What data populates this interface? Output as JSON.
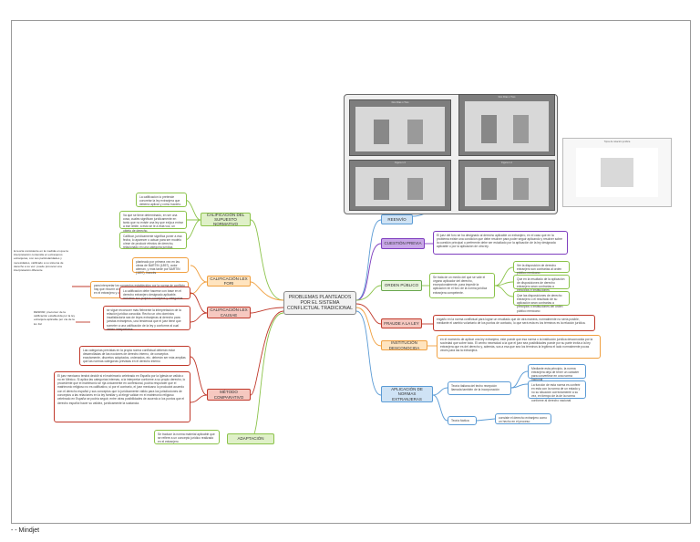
{
  "central": "PROBLEMAS PLANTEADOS POR EL SISTEMA CONFLICTUAL TRADICIONAL",
  "left": {
    "b1": {
      "label": "CALIFICACIÓN DEL SUPUESTO NORMATIVO",
      "n1": "La calificación lo pretende concretar la ley extranjera que debería aplicar y cómo hacerlo.",
      "n2": "Va que se tiene determinado, en ser una cosa, cuales significan jurídicamente en tanto que no existe una ley que exija a entrar a ese límite, a esto se le a esta voz, un objeto de derecho.",
      "n3": "Calificar, jurídicamente significa poner a esa fecha, lo aparecer o actuar para ser modelo o/ese de producir efectos de derecho, relacionado en una categoría jurídica."
    },
    "b2": {
      "label": "CALIFICACIÓN LEX FORI",
      "n1": "planteado por primera vez en las obras de BARTIN (1897), autor alemán, y más tarde por BARTIN (1897), francés",
      "n2": "para interpretar los conceptos establecidos por la norma de conflicto hay que recurrir al derecho interior, que sucede en hogar calificado en el extranjero y conforme al derecho extranjero.",
      "side": "la teoría consistente en la medida en que la interpretación contenida en extranjeros extranjeras, con sus particularidades y necesidades, calificado a su sistema de derecho a su vez. puede provocar una interpretación diferente"
    },
    "b3": {
      "label": "CALIFICACIÓN LEX CAUSAE",
      "n1": "La calificación debe hacerse con base en el derecho extranjero designado aplicable, incluidos sus propios conceptos y categorías.",
      "n2": "se sigue reconocer más fielmente la interpretación de la relación jurídica conocida. Recho un otro domínios insatisfactoria sea de leyes extranjeras al derecho para juristas extranjeros, una tendencia que el juez tiene que someter a una calificación de la ley y conforme al cual deben interpretarse.",
      "side": "DESPAR, precursor de la calificación establecida por la ley extranjera aplicable por vía de la lex fori"
    },
    "b4": {
      "label": "MÉTODO COMPARATIVO",
      "n1": "Las categorías previstas en la propia norma conflictual deberán estar desarrolladas de las nociones de derecho interno, de conceptos exactamente, discretos adoptados, ordenados, etc. deberán ser más amplias que las normas categorías previstas en el derecho interno",
      "n2": "El juez mexicano tendrá decidir si el matrimonio celebrado en España por la Iglesia se valida o no en México. Si aplica las categorías internas, a la interpretar conforme a su propio derecho, lo procedente que el matrimonio se rija únicamente en confesional, podría responder que el matrimonio religioso no es calificativo, si por el contrario, el juez mexicano lo producirá acuerdo con el derecho español y sus conceptos que lo jurídicamente válido para los jurisdicciones de conceptos a las relaciones en la ley familiar y al elegir validar en el matrimonio religioso celebrado en España se podría seguir, entre otras posibilidades de acuerdo a los puntos que el derecho español hacer su validez, jurídicamente la sustancia."
    },
    "b5": {
      "label": "ADAPTACIÓN",
      "n1": "Se traduce la norma material aplicable que se refiere a un concepto jurídico realizado en el extranjero"
    }
  },
  "right": {
    "b1": {
      "label": "REENVÍO"
    },
    "b2": {
      "label": "CUESTIÓN PREVIA",
      "n1": "El juez del foro se ha designado al derecho aplicable un extranjero, en el caso que en la problema existe una condición que debe resolver para poder seguir aplicando y resolver sobre la cuestión principal o preferente debe ser estudiado por la aplicación de la ley designada aplicable o por la aplicación de otra ley."
    },
    "b3": {
      "label": "ORDEN PÚBLICO",
      "n1": "Se trata de un medio del que se vale el órgano aplicador del derecho, excepcionalmente, para impedir la aplicación en el foro de la norma jurídica extranjera competente.",
      "n2": "Ver la disposición de derecho extranjero son contrarias al orden público mexicano",
      "n3": "Que en la resultado de la aplicación de disposiciones de derecho extranjero sean contrarias a principios e instituciones fundamentales del orden público mexicano",
      "n4": "Que las disposiciones de derecho extranjero o el resultado de su aplicación sean contrarias a principios o instituciones del orden público mexicano"
    },
    "b4": {
      "label": "FRAUDE A LA LEY",
      "n1": "engaño en la norma conflictual para lograr un resultado que de otra manera, normalmente no sería posible, mediante el cambio voluntario de los puntos de contacto, lo que será esta es los términos es la relación jurídica."
    },
    "b5": {
      "label": "INSTITUCIÓN DESCONOCIDA",
      "n1": "en el momento de aplicar una ley extranjera, este puede que esa norma o la institución jurídica desconocida por la sociedad que sobre todo. El centro necesidad a la que el juez sea posibilidades puede por su parte invita a la ley extranjera que es del derecho y, además, sus a esa que sea los términos la legítima el lado normalmente pocas veces para las la extranjera."
    },
    "b6": {
      "label": "APLICACIÓN DE NORMAS EXTRANJERAS",
      "sub1": "Teoría italiana del techo recepción llamada también de la incorporación",
      "sub2": "Teoría fáctica",
      "n1": "Mediante esta principio, la norma extranjera deja de tener un carácter para convertirse en una norma nacional",
      "n2": "La función de esta norma es conferir en esta con la norma de un estado y no su situación correctamente a su vez, en tiempo de la de la norma conforme al derecho nacional",
      "n3": "consiste el derecho extranjero como un hecho en el proceso"
    }
  },
  "slides": {
    "s1": "Dos Filas o Tres",
    "s2": "Dos Filas o Tres",
    "s3": "Figura 1.3",
    "s4": "Figura 1.4",
    "s5": "Tipos de relación jurídica"
  },
  "footer": "- - Mindjet",
  "colors": {
    "green": "#8bc34a",
    "green_fill": "#dff0c8",
    "orange": "#f0a040",
    "orange_fill": "#ffe4bf",
    "red": "#c0392b",
    "red_fill": "#f6c8c0",
    "blue": "#5b9bd5",
    "blue_fill": "#cfe3f5",
    "purple": "#7f3fbf",
    "purple_fill": "#c9a8e8",
    "dkgreen": "#6aa84f",
    "dkgreen_fill": "#e8f5dc"
  }
}
